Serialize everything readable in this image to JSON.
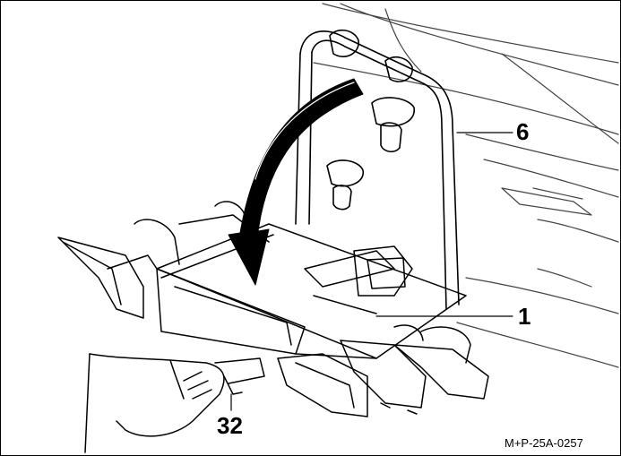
{
  "callouts": {
    "label_6": "6",
    "label_1": "1",
    "label_32": "32"
  },
  "figure_ref": "M+P-25A-0257",
  "colors": {
    "line": "#000000",
    "background": "#ffffff",
    "arrow_fill": "#000000"
  }
}
